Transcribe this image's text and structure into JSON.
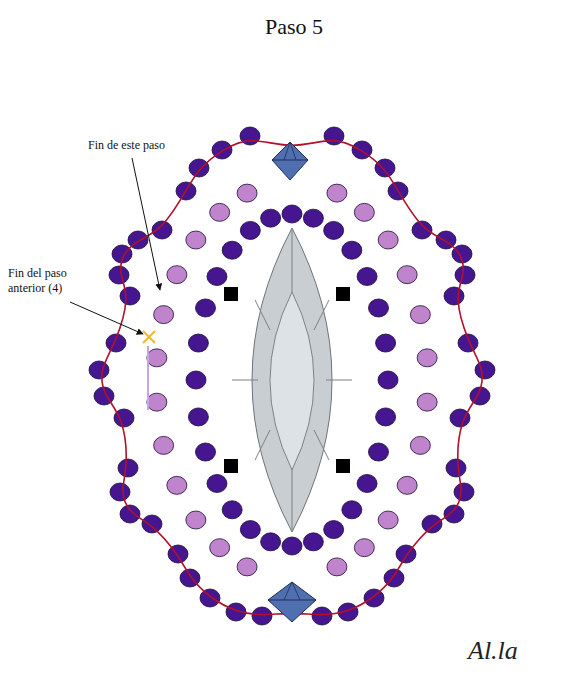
{
  "diagram": {
    "title": "Paso 5",
    "labels": [
      "Fin de este paso",
      "Fin del paso anterior (4)",
      "Al.la"
    ]
  }
}
